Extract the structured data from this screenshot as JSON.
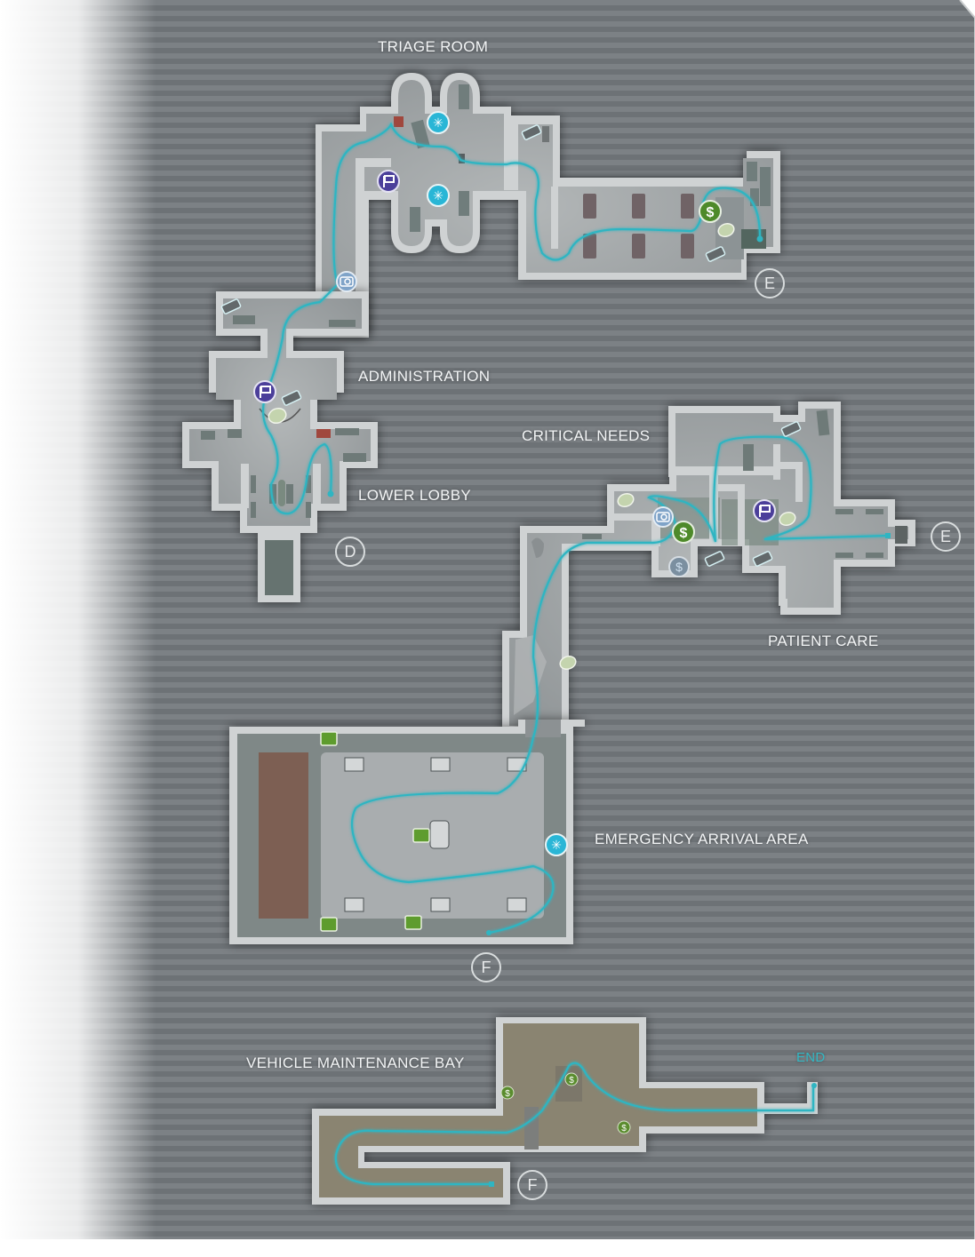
{
  "map": {
    "background": {
      "stripe_light": "#7b8084",
      "stripe_dark": "#6b7074",
      "fade_left": "#ffffff"
    },
    "colors": {
      "wall": "#cfd2d3",
      "floor": "#a9adaf",
      "floor_dark": "#7f8584",
      "garage_floor": "#8a8472",
      "path": "#2fb5c2",
      "heal_icon": "#29b6d6",
      "checkpoint_icon": "#4b3f9a",
      "money_icon": "#4e8a2a",
      "camera_icon": "#7fa3c8"
    },
    "areas": [
      {
        "id": "triage-room",
        "label": "TRIAGE ROOM"
      },
      {
        "id": "administration",
        "label": "ADMINISTRATION"
      },
      {
        "id": "lower-lobby",
        "label": "LOWER LOBBY"
      },
      {
        "id": "critical-needs",
        "label": "CRITICAL NEEDS"
      },
      {
        "id": "patient-care",
        "label": "PATIENT CARE"
      },
      {
        "id": "emergency-arrival-area",
        "label": "EMERGENCY ARRIVAL AREA"
      },
      {
        "id": "vehicle-maintenance-bay",
        "label": "VEHICLE MAINTENANCE BAY"
      }
    ],
    "end_label": "END",
    "markers": [
      {
        "id": "marker-e-top",
        "letter": "E"
      },
      {
        "id": "marker-d",
        "letter": "D"
      },
      {
        "id": "marker-e-right",
        "letter": "E"
      },
      {
        "id": "marker-f-emergency",
        "letter": "F"
      },
      {
        "id": "marker-f-garage",
        "letter": "F"
      }
    ],
    "legend_icons": [
      "heal-station-icon",
      "checkpoint-flag-icon",
      "money-icon",
      "camera-icon",
      "weapon-pickup-icon",
      "ammo-canister-icon",
      "supply-crate-icon"
    ]
  }
}
